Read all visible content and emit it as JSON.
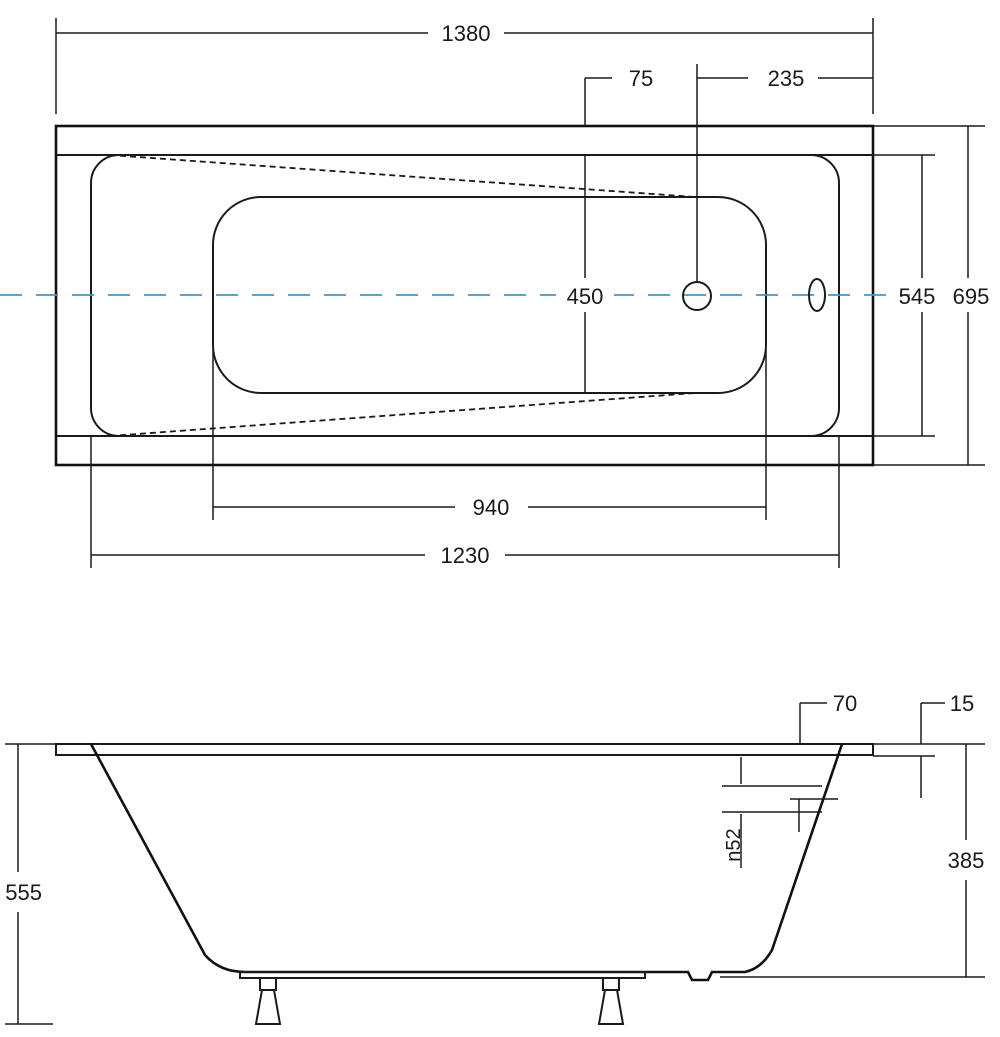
{
  "colors": {
    "line": "#1a1a1a",
    "center_axis": "#3a9ad0",
    "background": "#ffffff"
  },
  "top_view": {
    "overall_length": "1380",
    "drain_offset": "75",
    "drain_from_end": "235",
    "inner_width": "450",
    "rim_width": "545",
    "overall_width": "695",
    "bottom_length": "940",
    "inner_length": "1230"
  },
  "side_view": {
    "rim_thickness": "70",
    "lip": "15",
    "overflow": "n52",
    "depth": "385",
    "total_height": "555"
  }
}
